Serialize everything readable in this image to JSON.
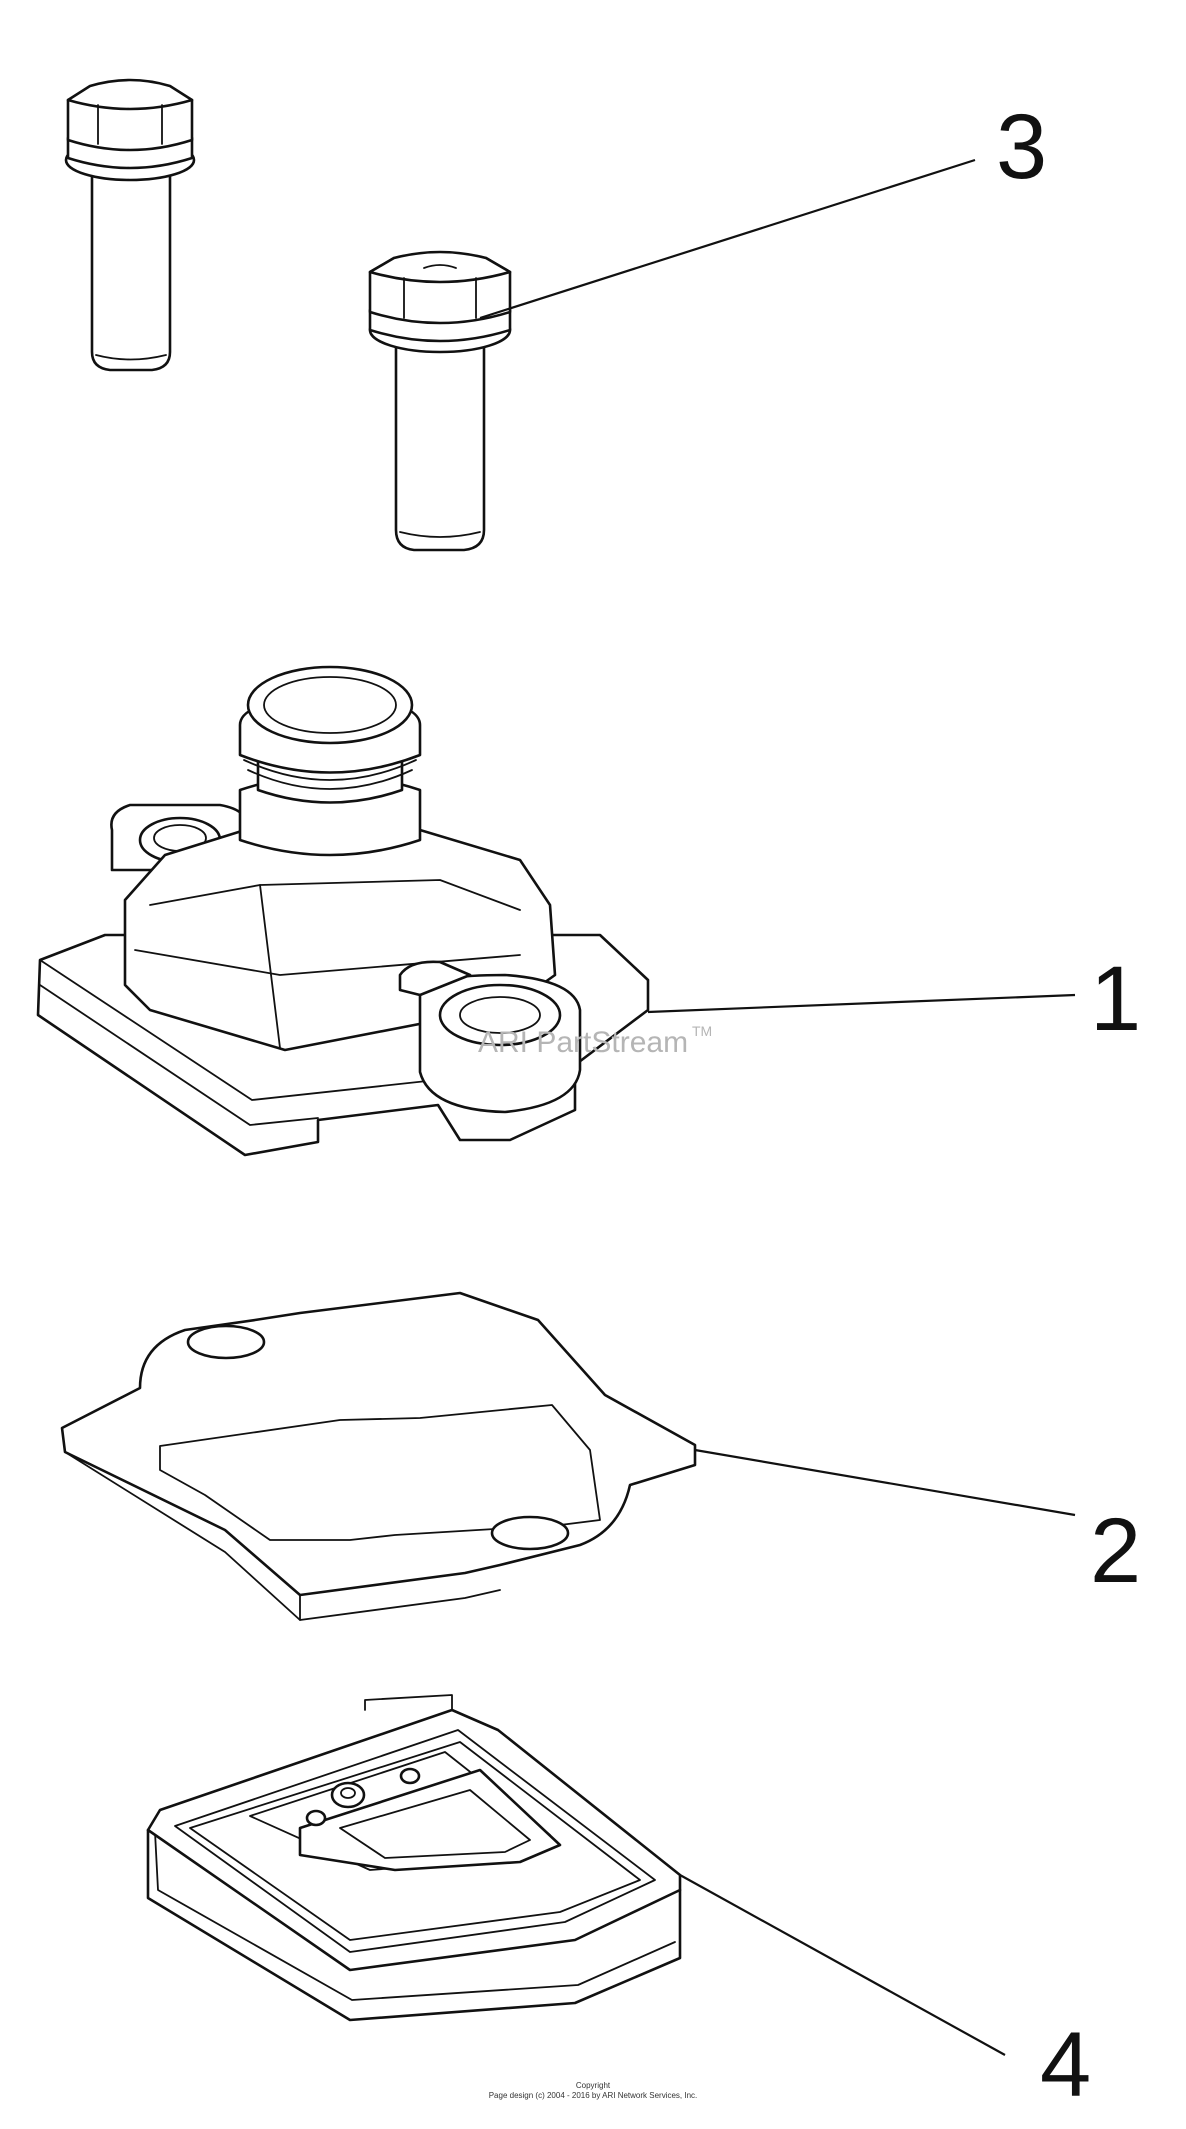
{
  "callouts": {
    "part_1": "1",
    "part_2": "2",
    "part_3": "3",
    "part_4": "4"
  },
  "watermark": {
    "text": "ARI PartStream",
    "trademark": "TM"
  },
  "footer": {
    "line1": "Copyright",
    "line2": "Page design (c) 2004 - 2016 by ARI Network Services, Inc."
  }
}
